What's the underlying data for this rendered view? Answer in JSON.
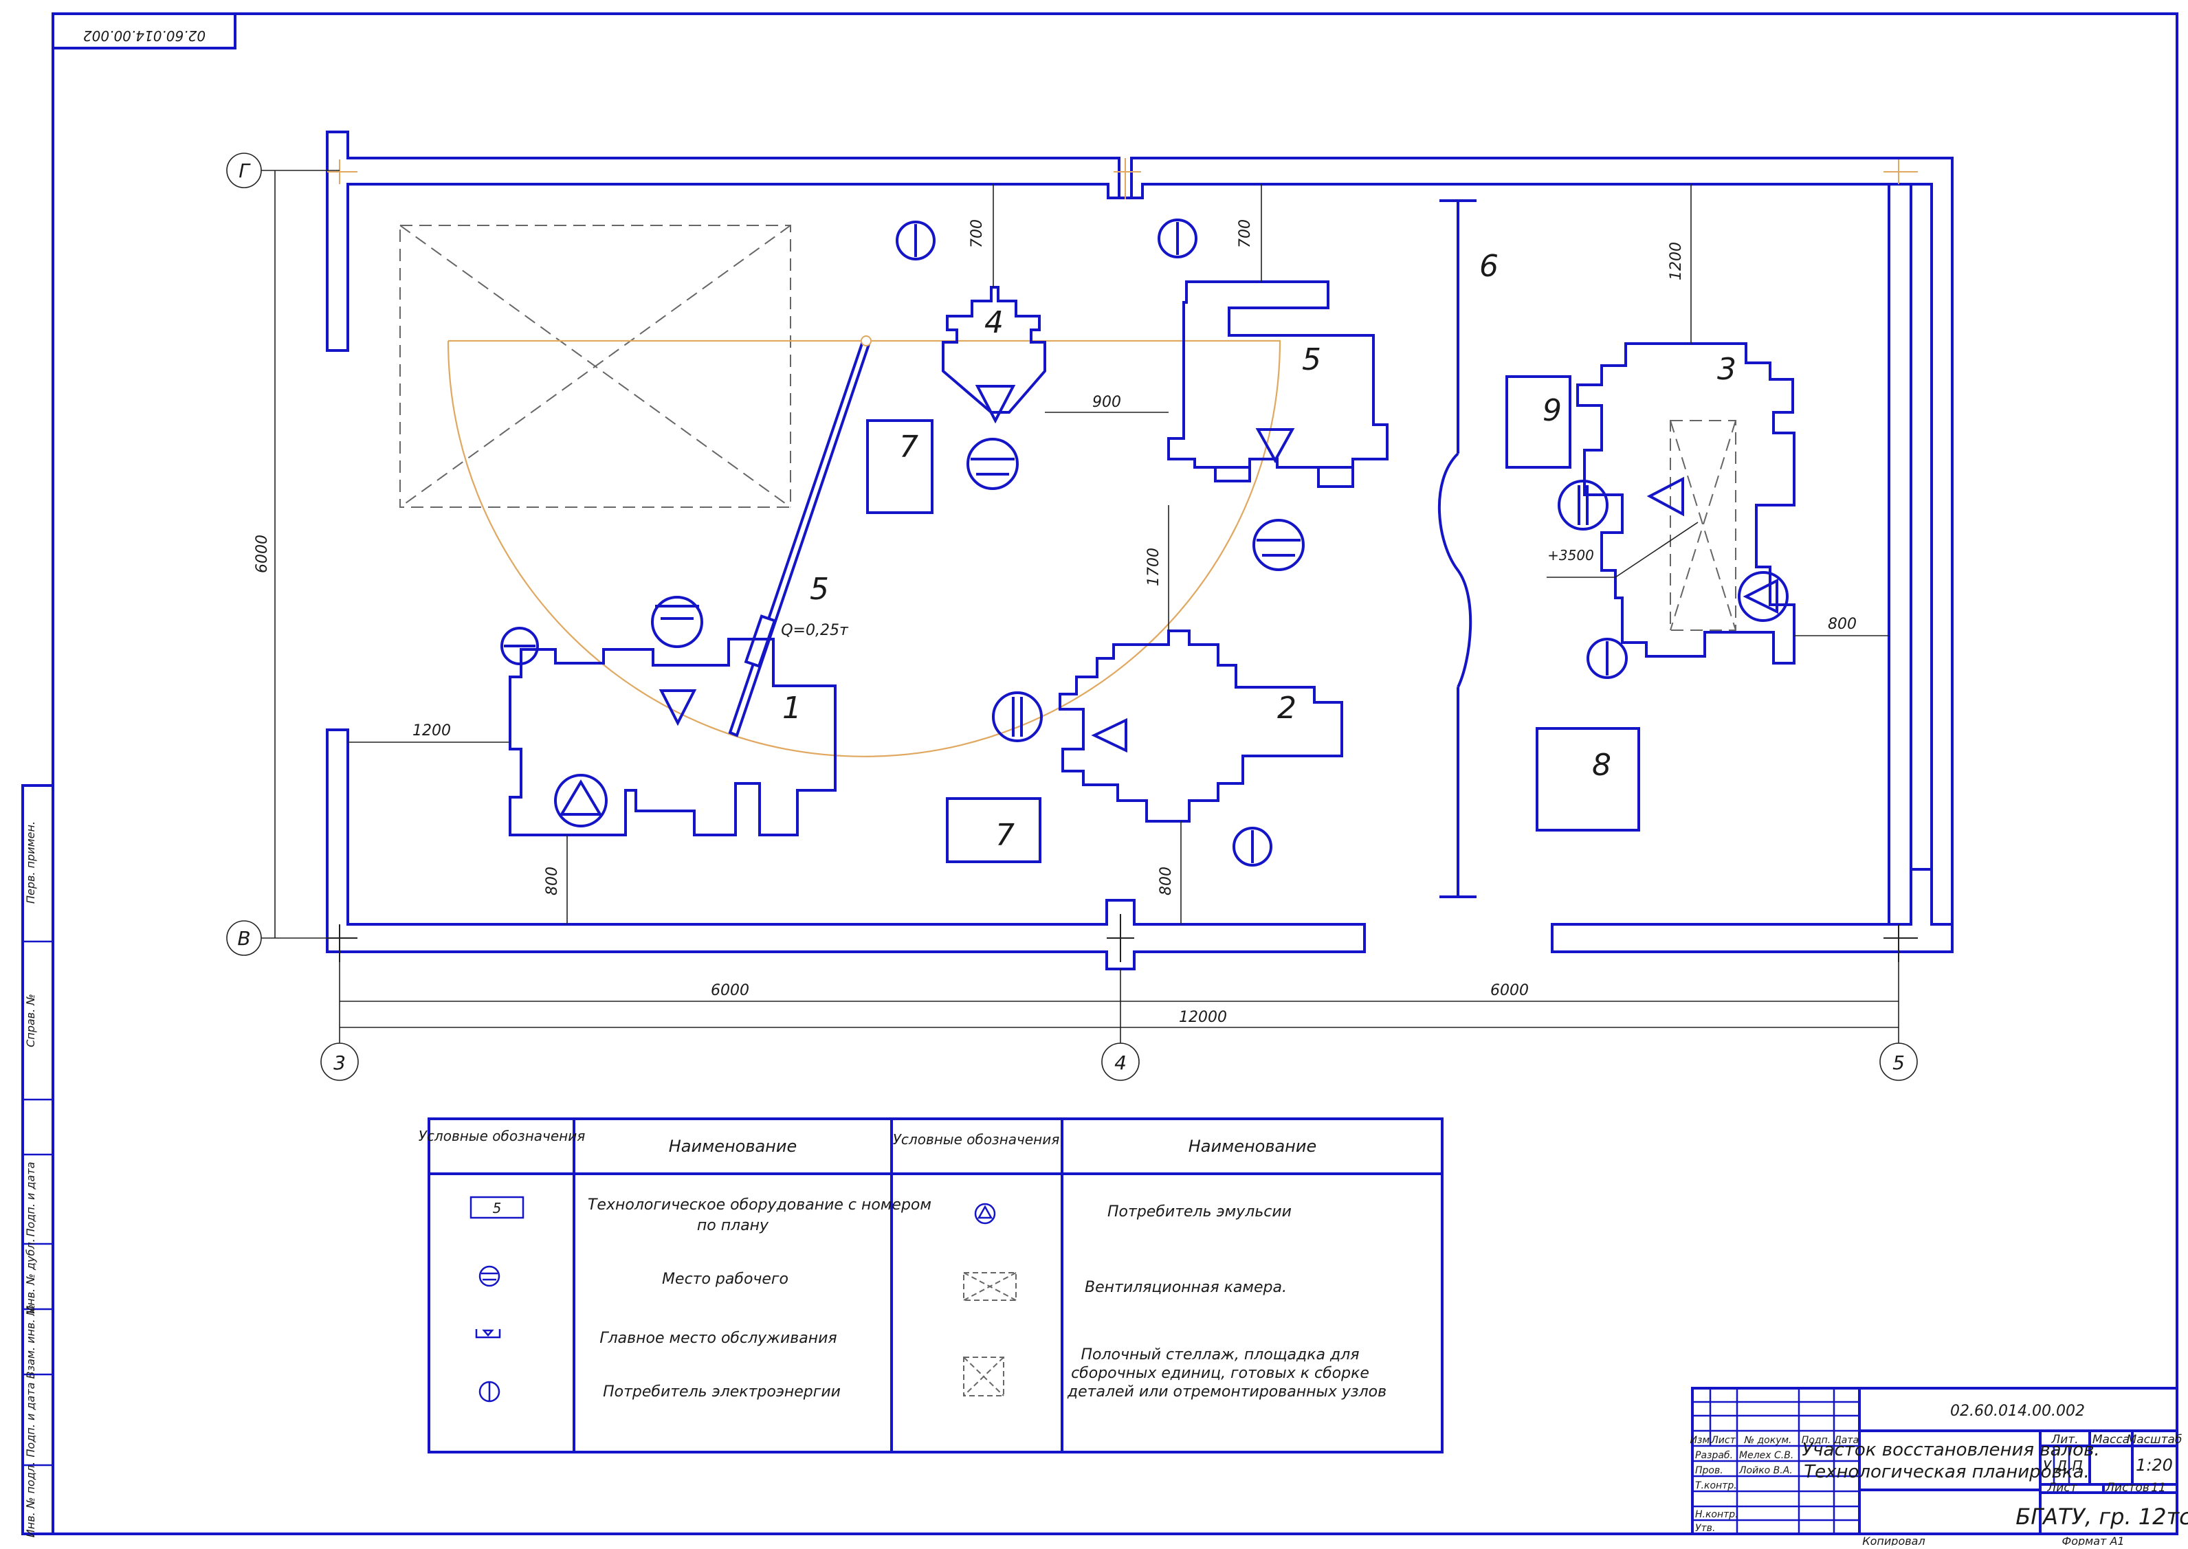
{
  "drawing": {
    "code_top": "02.60.014.00.002",
    "code_stamp": "02.60.014.00.002",
    "title_line1": "Участок восстановления валов.",
    "title_line2": "Технологическая планировка.",
    "organization": "БГАТУ, гр. 12тс",
    "scale": "1:20",
    "sheets_label": "Листов",
    "sheets_count": "11",
    "sheet_label": "Лист",
    "lit_label": "Лит.",
    "mass_label": "Масса",
    "scale_label": "Масштаб",
    "lit_values": [
      "У",
      "Д",
      "П"
    ],
    "copied": "Копировал",
    "format": "Формат   А1"
  },
  "stamp_rows": [
    {
      "role": "Изм.",
      "name": "Лист",
      "doc": "№ докум.",
      "sign": "Подп.",
      "date": "Дата"
    },
    {
      "role": "Разраб.",
      "name": "Мелех С.В."
    },
    {
      "role": "Пров.",
      "name": "Лойко В.А."
    },
    {
      "role": "Т.контр.",
      "name": ""
    },
    {
      "role": "Н.контр.",
      "name": ""
    },
    {
      "role": "Утв.",
      "name": ""
    }
  ],
  "side_labels": [
    "Перв. примен.",
    "Справ. №",
    "Подп. и дата",
    "Инв. № дубл.",
    "Взам. инв. №",
    "Подп. и дата",
    "Инв. № подл."
  ],
  "axes": {
    "rows": [
      "Г",
      "В"
    ],
    "columns": [
      "3",
      "4",
      "5"
    ]
  },
  "dimensions": {
    "span_total": "12000",
    "span_left": "6000",
    "span_right": "6000",
    "height": "6000",
    "d700a": "700",
    "d700b": "700",
    "d1200top": "1200",
    "d900": "900",
    "d1700": "1700",
    "d1200left": "1200",
    "d800a": "800",
    "d800b": "800",
    "d800right": "800",
    "elev": "+3500"
  },
  "equipment_numbers": {
    "n1": "1",
    "n2": "2",
    "n3": "3",
    "n4": "4",
    "n5a": "5",
    "n5b": "5",
    "n6": "6",
    "n7a": "7",
    "n7b": "7",
    "n8": "8",
    "n9": "9"
  },
  "crane_label": "Q=0,25т",
  "legend": {
    "col_symbol": "Условные обозначения",
    "col_name": "Наименование",
    "rows_left": [
      {
        "sample": "5",
        "name_line1": "Технологическое оборудование с номером",
        "name_line2": "по плану"
      },
      {
        "name_line1": "Место рабочего"
      },
      {
        "name_line1": "Главное место обслуживания"
      },
      {
        "name_line1": "Потребитель электроэнергии"
      }
    ],
    "rows_right": [
      {
        "name_line1": "Потребитель эмульсии"
      },
      {
        "name_line1": "Вентиляционная камера."
      },
      {
        "name_line1": "Полочный стеллаж, площадка для",
        "name_line2": "сборочных единиц, готовых к сборке",
        "name_line3": "деталей или отремонтированных узлов"
      }
    ]
  }
}
